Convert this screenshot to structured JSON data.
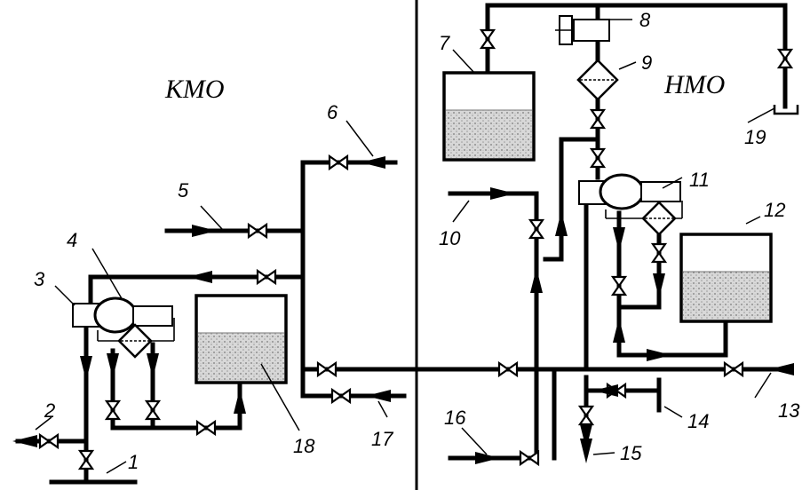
{
  "zones": {
    "left": "КМО",
    "right": "НМО"
  },
  "labels": {
    "n1": "1",
    "n2": "2",
    "n3": "3",
    "n4": "4",
    "n5": "5",
    "n6": "6",
    "n7": "7",
    "n8": "8",
    "n9": "9",
    "n10": "10",
    "n11": "11",
    "n12": "12",
    "n13": "13",
    "n14": "14",
    "n15": "15",
    "n16": "16",
    "n17": "17",
    "n18": "18",
    "n19": "19"
  },
  "colors": {
    "line": "#000000",
    "background": "#ffffff",
    "liquid": "#cfcfcf"
  }
}
